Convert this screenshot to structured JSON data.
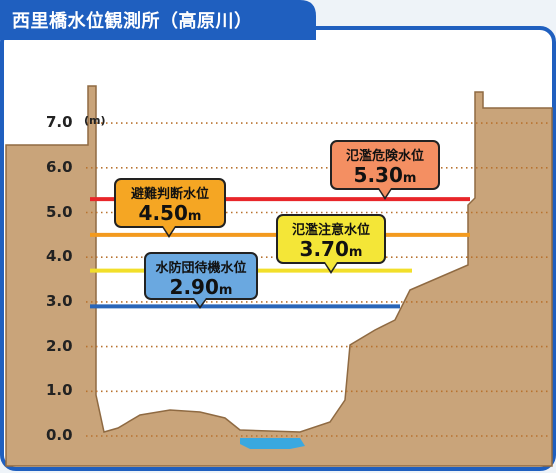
{
  "title": "西里橋水位観測所（高原川）",
  "axis": {
    "unit": "(m)",
    "ticks": [
      "7.0",
      "6.0",
      "5.0",
      "4.0",
      "3.0",
      "2.0",
      "1.0",
      "0.0"
    ]
  },
  "levels": [
    {
      "label": "氾濫危険水位",
      "value": "5.30",
      "unit": "m",
      "level_m": 5.3,
      "color": "#e8262a",
      "bubble_color": "#f48f62"
    },
    {
      "label": "避難判断水位",
      "value": "4.50",
      "unit": "m",
      "level_m": 4.5,
      "color": "#f39a1e",
      "bubble_color": "#f5a623"
    },
    {
      "label": "氾濫注意水位",
      "value": "3.70",
      "unit": "m",
      "level_m": 3.7,
      "color": "#f2df2a",
      "bubble_color": "#f4e637"
    },
    {
      "label": "水防団待機水位",
      "value": "2.90",
      "unit": "m",
      "level_m": 2.9,
      "color": "#2a66b8",
      "bubble_color": "#6aa8e0"
    }
  ],
  "colors": {
    "header": "#1f5fbf",
    "ground": "#c9a47a",
    "sky": "#ffffff",
    "water": "#3aa8e0"
  }
}
